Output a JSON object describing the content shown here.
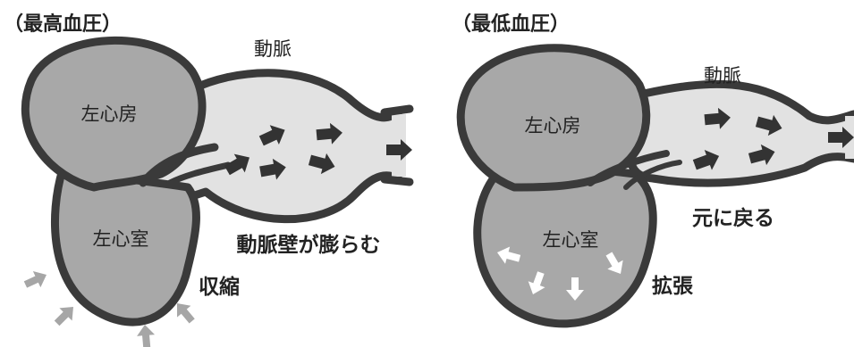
{
  "panels": [
    {
      "title": "（最高血圧）",
      "artery": "動脈",
      "atrium": "左心房",
      "ventricle": "左心室",
      "action": "収縮",
      "artery_effect": "動脈壁が膨らむ"
    },
    {
      "title": "（最低血圧）",
      "artery": "動脈",
      "atrium": "左心房",
      "ventricle": "左心室",
      "action": "拡張",
      "artery_effect": "元に戻る"
    }
  ],
  "colors": {
    "outline": "#3a3a3a",
    "heart_fill": "#a8a8a8",
    "artery_fill": "#e2e2e2",
    "flow_arrow": "#333333",
    "force_arrow": "#a6a6a6",
    "expand_arrow": "#ffffff"
  }
}
